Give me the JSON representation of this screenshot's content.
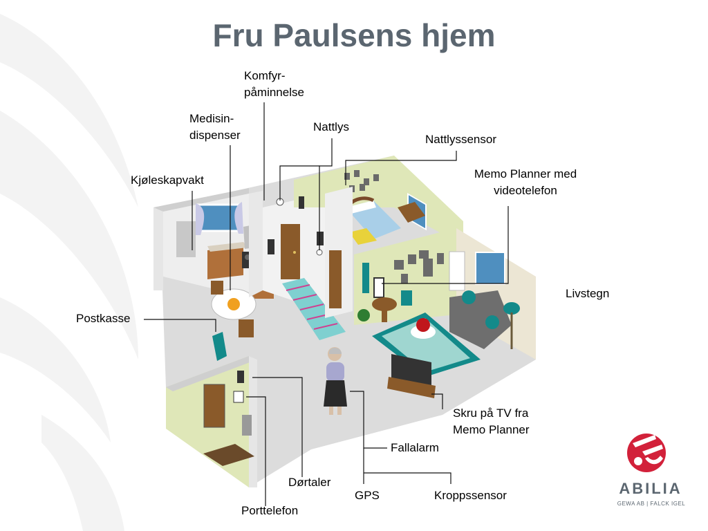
{
  "title": "Fru Paulsens hjem",
  "labels": {
    "komfyr_1": "Komfyr-",
    "komfyr_2": "påminnelse",
    "medisin_1": "Medisin-",
    "medisin_2": "dispenser",
    "nattlys": "Nattlys",
    "nattlyssensor": "Nattlyssensor",
    "kjoleskapvakt": "Kjøleskapvakt",
    "memo_1": "Memo Planner med",
    "memo_2": "videotelefon",
    "livstegn": "Livstegn",
    "postkasse": "Postkasse",
    "tv_1": "Skru på TV fra",
    "tv_2": "Memo Planner",
    "fallalarm": "Fallalarm",
    "dortaler": "Dørtaler",
    "gps": "GPS",
    "kroppssensor": "Kroppssensor",
    "porttelefon": "Porttelefon"
  },
  "logo": {
    "name": "ABILIA",
    "sub": "GEWA AB | FALCK IGEL",
    "color": "#d2213a"
  },
  "colors": {
    "title": "#5b6670",
    "wallpaper": "#dfe7b8",
    "floor": "#dcdcdc",
    "wall": "#f2f2f2",
    "teal": "#138a8a"
  }
}
